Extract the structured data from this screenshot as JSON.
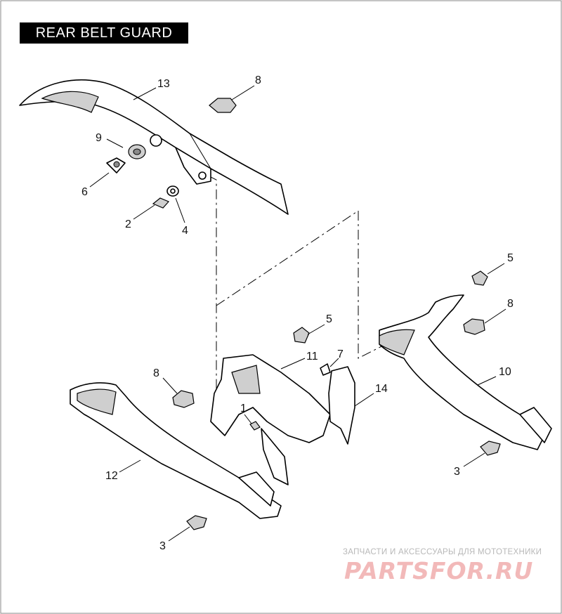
{
  "title": "REAR BELT GUARD",
  "watermark": {
    "tagline": "ЗАПЧАСТИ И АКСЕССУАРЫ ДЛЯ МОТОТЕХНИКИ",
    "logo": "PARTSFOR.RU",
    "color": "#f2b9b9"
  },
  "callouts": [
    {
      "id": "c13",
      "label": "13"
    },
    {
      "id": "c8a",
      "label": "8"
    },
    {
      "id": "c9",
      "label": "9"
    },
    {
      "id": "c6",
      "label": "6"
    },
    {
      "id": "c2",
      "label": "2"
    },
    {
      "id": "c4",
      "label": "4"
    },
    {
      "id": "c5a",
      "label": "5"
    },
    {
      "id": "c8b",
      "label": "8"
    },
    {
      "id": "c10",
      "label": "10"
    },
    {
      "id": "c3a",
      "label": "3"
    },
    {
      "id": "c5b",
      "label": "5"
    },
    {
      "id": "c11",
      "label": "11"
    },
    {
      "id": "c7",
      "label": "7"
    },
    {
      "id": "c14",
      "label": "14"
    },
    {
      "id": "c1",
      "label": "1"
    },
    {
      "id": "c8c",
      "label": "8"
    },
    {
      "id": "c12",
      "label": "12"
    },
    {
      "id": "c3b",
      "label": "3"
    }
  ]
}
